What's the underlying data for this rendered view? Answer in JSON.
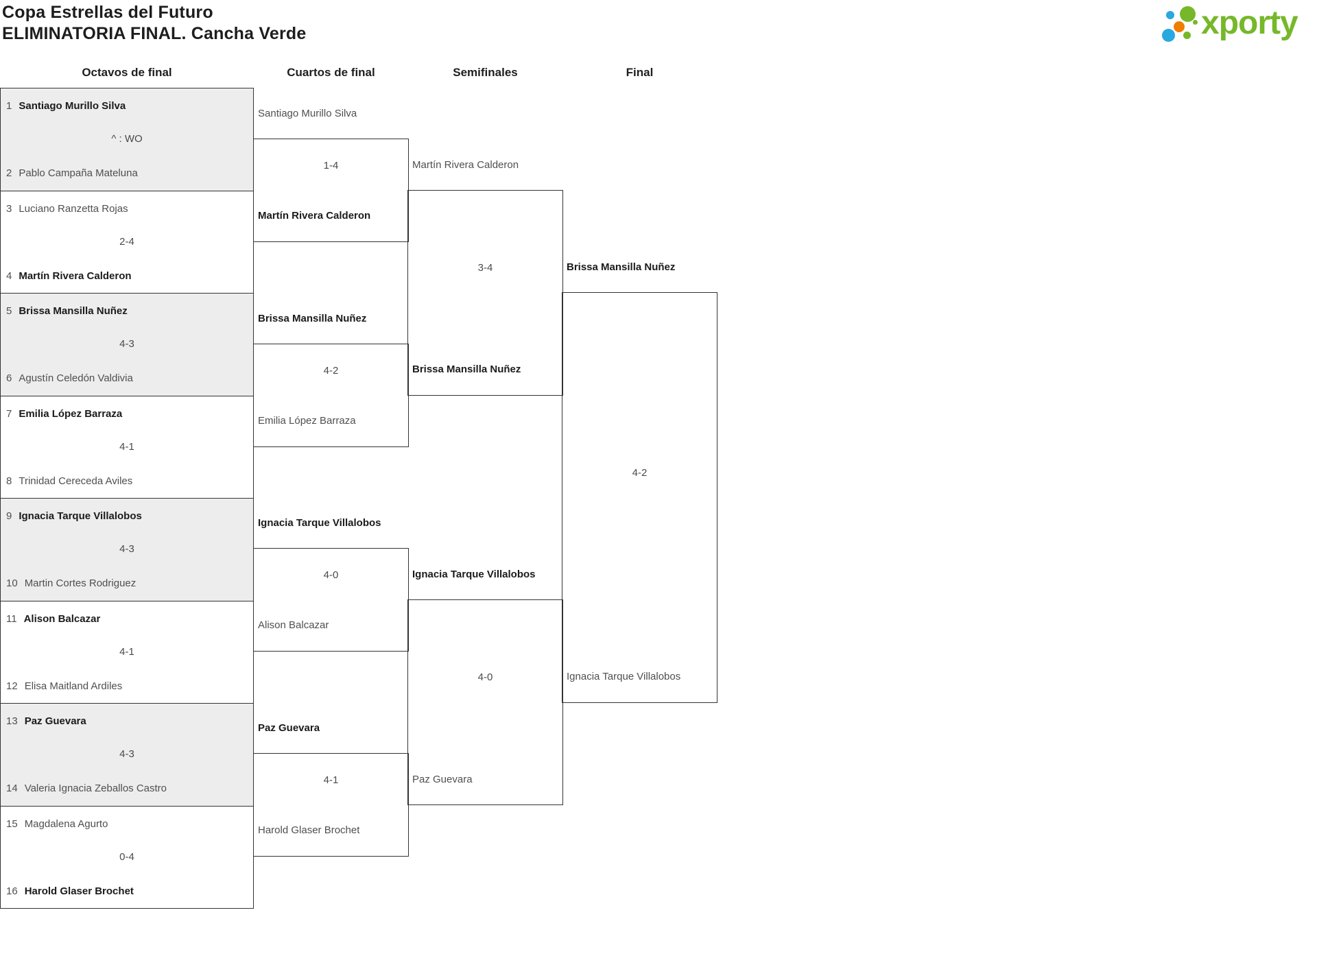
{
  "page": {
    "title_line1": "Copa Estrellas del Futuro",
    "title_line2": "ELIMINATORIA FINAL. Cancha Verde"
  },
  "logo": {
    "text": "xporty",
    "green": "#76b82a",
    "blue": "#2aa8e0",
    "orange": "#ef7d00"
  },
  "round_headers": {
    "octavos": "Octavos de final",
    "cuartos": "Cuartos de final",
    "semifinales": "Semifinales",
    "final": "Final"
  },
  "octavos": [
    {
      "seed_a": "1",
      "player_a": "Santiago Murillo Silva",
      "score": "^ : WO",
      "seed_b": "2",
      "player_b": "Pablo Campaña Mateluna",
      "winner": "a"
    },
    {
      "seed_a": "3",
      "player_a": "Luciano Ranzetta Rojas",
      "score": "2-4",
      "seed_b": "4",
      "player_b": "Martín Rivera Calderon",
      "winner": "b"
    },
    {
      "seed_a": "5",
      "player_a": "Brissa Mansilla Nuñez",
      "score": "4-3",
      "seed_b": "6",
      "player_b": "Agustín Celedón Valdivia",
      "winner": "a"
    },
    {
      "seed_a": "7",
      "player_a": "Emilia López Barraza",
      "score": "4-1",
      "seed_b": "8",
      "player_b": "Trinidad Cereceda Aviles",
      "winner": "a"
    },
    {
      "seed_a": "9",
      "player_a": "Ignacia Tarque Villalobos",
      "score": "4-3",
      "seed_b": "10",
      "player_b": "Martin Cortes Rodriguez",
      "winner": "a"
    },
    {
      "seed_a": "11",
      "player_a": "Alison Balcazar",
      "score": "4-1",
      "seed_b": "12",
      "player_b": "Elisa Maitland Ardiles",
      "winner": "a"
    },
    {
      "seed_a": "13",
      "player_a": "Paz Guevara",
      "score": "4-3",
      "seed_b": "14",
      "player_b": "Valeria Ignacia Zeballos Castro",
      "winner": "a"
    },
    {
      "seed_a": "15",
      "player_a": "Magdalena Agurto",
      "score": "0-4",
      "seed_b": "16",
      "player_b": "Harold Glaser Brochet",
      "winner": "b"
    }
  ],
  "cuartos": [
    {
      "top": "Santiago Murillo Silva",
      "score": "1-4",
      "bottom": "Martín Rivera Calderon",
      "winner": "bottom"
    },
    {
      "top": "Brissa Mansilla Nuñez",
      "score": "4-2",
      "bottom": "Emilia López Barraza",
      "winner": "top"
    },
    {
      "top": "Ignacia Tarque Villalobos",
      "score": "4-0",
      "bottom": "Alison Balcazar",
      "winner": "top"
    },
    {
      "top": "Paz Guevara",
      "score": "4-1",
      "bottom": "Harold Glaser Brochet",
      "winner": "top"
    }
  ],
  "semifinales": [
    {
      "top": "Martín Rivera Calderon",
      "score": "3-4",
      "bottom": "Brissa Mansilla Nuñez",
      "winner": "bottom"
    },
    {
      "top": "Ignacia Tarque Villalobos",
      "score": "4-0",
      "bottom": "Paz Guevara",
      "winner": "top"
    }
  ],
  "final": [
    {
      "top": "Brissa Mansilla Nuñez",
      "score": "4-2",
      "bottom": "Ignacia Tarque Villalobos",
      "winner": "top"
    }
  ]
}
